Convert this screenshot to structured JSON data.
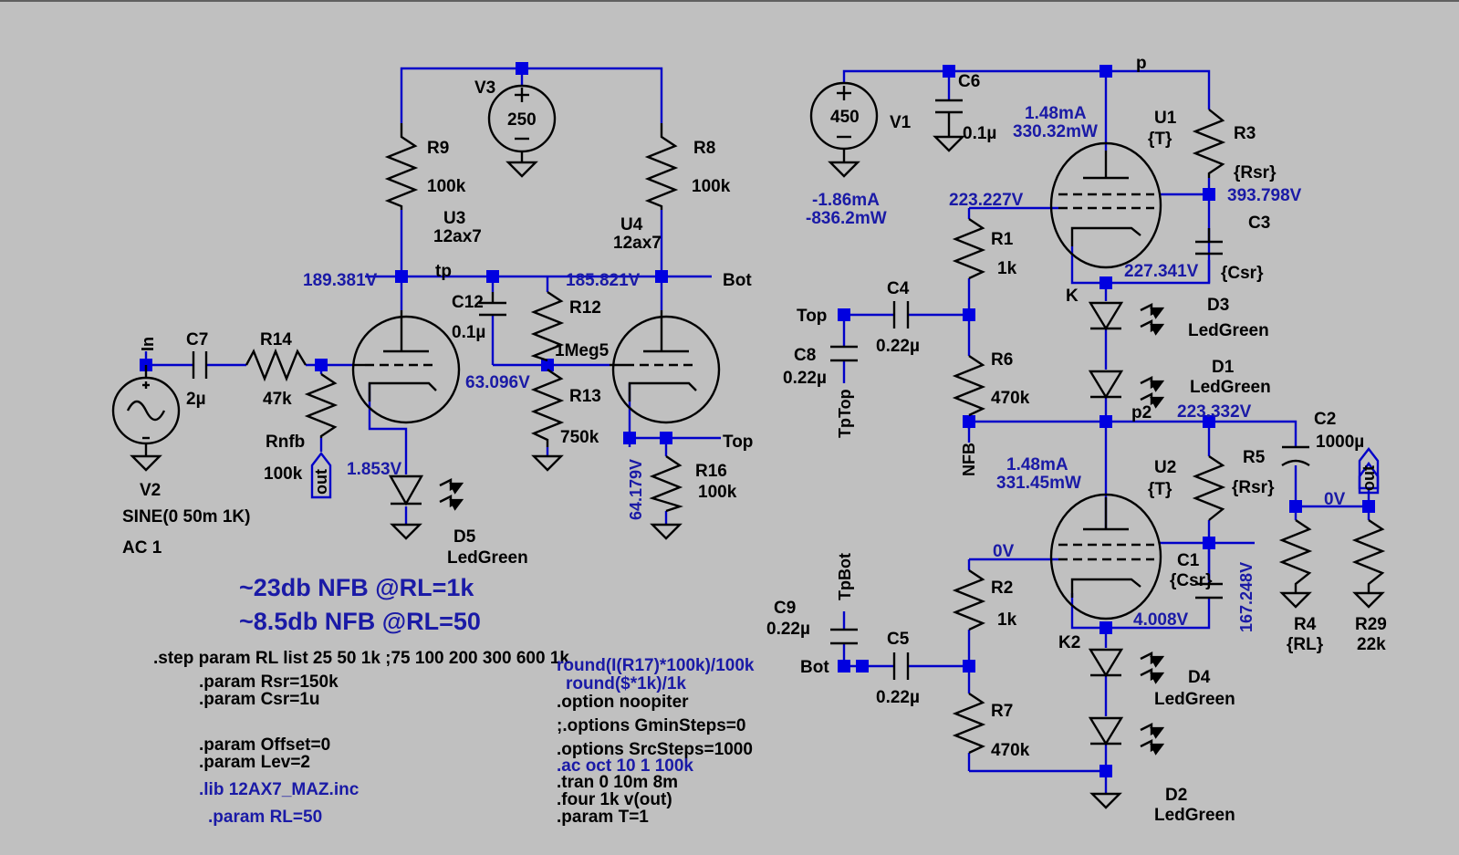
{
  "components": {
    "V3": {
      "name": "V3",
      "value": "250"
    },
    "V1": {
      "name": "V1",
      "value": "450"
    },
    "V2": {
      "name": "V2",
      "value": "SINE(0 50m 1K)",
      "ac": "AC 1"
    },
    "R9": {
      "name": "R9",
      "value": "100k"
    },
    "R8": {
      "name": "R8",
      "value": "100k"
    },
    "U3": {
      "name": "U3",
      "value": "12ax7"
    },
    "U4": {
      "name": "U4",
      "value": "12ax7"
    },
    "C12": {
      "name": "C12",
      "value": "0.1µ"
    },
    "R12": {
      "name": "R12",
      "value": "1Meg5"
    },
    "R13": {
      "name": "R13",
      "value": "750k"
    },
    "C7": {
      "name": "C7",
      "value": "2µ"
    },
    "R14": {
      "name": "R14",
      "value": "47k"
    },
    "Rnfb": {
      "name": "Rnfb",
      "value": "100k"
    },
    "R16": {
      "name": "R16",
      "value": "100k"
    },
    "D5": {
      "name": "D5",
      "value": "LedGreen"
    },
    "C6": {
      "name": "C6",
      "value": "0.1µ"
    },
    "U1": {
      "name": "U1",
      "value": "{T}"
    },
    "R3": {
      "name": "R3",
      "value": "{Rsr}"
    },
    "C3": {
      "name": "C3",
      "value": "{Csr}"
    },
    "R1": {
      "name": "R1",
      "value": "1k"
    },
    "C4": {
      "name": "C4",
      "value": "0.22µ"
    },
    "C8": {
      "name": "C8",
      "value": "0.22µ"
    },
    "R6": {
      "name": "R6",
      "value": "470k"
    },
    "D3": {
      "name": "D3",
      "value": "LedGreen"
    },
    "D1": {
      "name": "D1",
      "value": "LedGreen"
    },
    "C2": {
      "name": "C2",
      "value": "1000µ"
    },
    "U2": {
      "name": "U2",
      "value": "{T}"
    },
    "R5": {
      "name": "R5",
      "value": "{Rsr}"
    },
    "C1": {
      "name": "C1",
      "value": "{Csr}"
    },
    "R4": {
      "name": "R4",
      "value": "{RL}"
    },
    "R29": {
      "name": "R29",
      "value": "22k"
    },
    "R2": {
      "name": "R2",
      "value": "1k"
    },
    "C9": {
      "name": "C9",
      "value": "0.22µ"
    },
    "C5": {
      "name": "C5",
      "value": "0.22µ"
    },
    "R7": {
      "name": "R7",
      "value": "470k"
    },
    "D4": {
      "name": "D4",
      "value": "LedGreen"
    },
    "D2": {
      "name": "D2",
      "value": "LedGreen"
    }
  },
  "nets": {
    "tp": "tp",
    "bot": "Bot",
    "top": "Top",
    "in": "In",
    "out": "out",
    "p": "p",
    "k": "K",
    "p2": "p2",
    "k2": "K2",
    "nfb": "NFB",
    "tptop": "TpTop",
    "tpbot": "TpBot"
  },
  "measurements": {
    "v189": "189.381V",
    "v185": "185.821V",
    "v63": "63.096V",
    "v1853": "1.853V",
    "v64": "64.179V",
    "v223a": "223.227V",
    "v393": "393.798V",
    "v227": "227.341V",
    "v223b": "223.332V",
    "v0a": "0V",
    "v0b": "0V",
    "v167": "167.248V",
    "v4": "4.008V",
    "u1_i": "1.48mA",
    "u1_p": "330.32mW",
    "u2_i": "1.48mA",
    "u2_p": "331.45mW",
    "v1_i": "-1.86mA",
    "v1_p": "-836.2mW"
  },
  "headline": {
    "line1": "~23db NFB @RL=1k",
    "line2": "~8.5db NFB @RL=50"
  },
  "directives_black": [
    ".step param RL list 25 50 1k ;75 100 200 300 600 1k",
    ".param Rsr=150k",
    ".param Csr=1u",
    ".param Offset=0",
    ".param Lev=2"
  ],
  "directives_blue_left": [
    ".lib 12AX7_MAZ.inc",
    ".param RL=50"
  ],
  "directives_mid_blue": [
    "round(I(R17)*100k)/100k",
    "round($*1k)/1k"
  ],
  "directives_mid_black": [
    ".option noopiter",
    ";.options GminSteps=0",
    ".options SrcSteps=1000"
  ],
  "directives_mid_blue2": [
    ".ac oct 10 1 100k"
  ],
  "directives_mid_black2": [
    ".tran 0 10m 8m",
    ".four 1k v(out)",
    ".param T=1"
  ],
  "colors": {
    "background": "#c0c0c0",
    "wire": "#0000c8",
    "junction": "#0000e0",
    "label": "#000000",
    "annotation": "#1a1aa6"
  }
}
